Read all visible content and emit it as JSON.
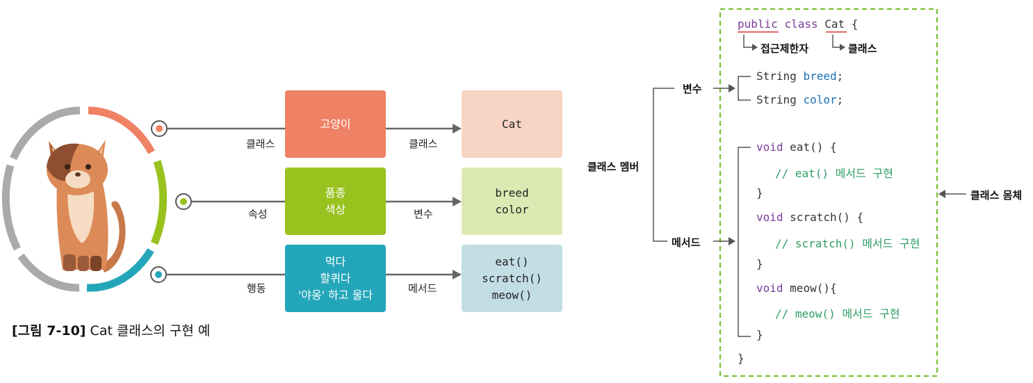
{
  "diagram": {
    "left_boxes": [
      {
        "lines": [
          "고양이"
        ],
        "color": "#ef8165"
      },
      {
        "lines": [
          "품종",
          "색상"
        ],
        "color": "#98c21e"
      },
      {
        "lines": [
          "먹다",
          "할퀴다",
          "'야옹' 하고 울다"
        ],
        "color": "#24a6ba"
      }
    ],
    "right_boxes": [
      {
        "lines": [
          "Cat"
        ],
        "color": "#f8d4c4"
      },
      {
        "lines": [
          "breed",
          "color"
        ],
        "color": "#dde9b3"
      },
      {
        "lines": [
          "eat()",
          "scratch()",
          "meow()"
        ],
        "color": "#c3dde5"
      }
    ],
    "left_labels": [
      "클래스",
      "속성",
      "행동"
    ],
    "mid_labels": [
      "클래스",
      "변수",
      "메서드"
    ],
    "ring_colors": [
      "#ef8165",
      "#98c21e",
      "#24a6ba",
      "#aaaaaa"
    ]
  },
  "code": {
    "line1": {
      "kw1": "public",
      "kw2": "class",
      "name": "Cat",
      "brace": "{"
    },
    "annot_access": "접근제한자",
    "annot_class": "클래스",
    "field1": {
      "type": "String",
      "name": "breed",
      "semi": ";"
    },
    "field2": {
      "type": "String",
      "name": "color",
      "semi": ";"
    },
    "m1_sig": {
      "kw": "void",
      "rest": "eat() {"
    },
    "m1_cmt": "// eat() 메서드 구현",
    "m2_sig": {
      "kw": "void",
      "rest": "scratch() {"
    },
    "m2_cmt": "// scratch() 메서드 구현",
    "m3_sig": {
      "kw": "void",
      "rest": "meow(){"
    },
    "m3_cmt": "// meow() 메서드 구현",
    "close": "}",
    "close_final": "}"
  },
  "labels": {
    "variable": "변수",
    "class_member": "클래스 멤버",
    "method": "메서드",
    "class_body": "클래스 몸체"
  },
  "caption": {
    "num": "[그림 7-10]",
    "text": "Cat 클래스의 구현 예"
  }
}
